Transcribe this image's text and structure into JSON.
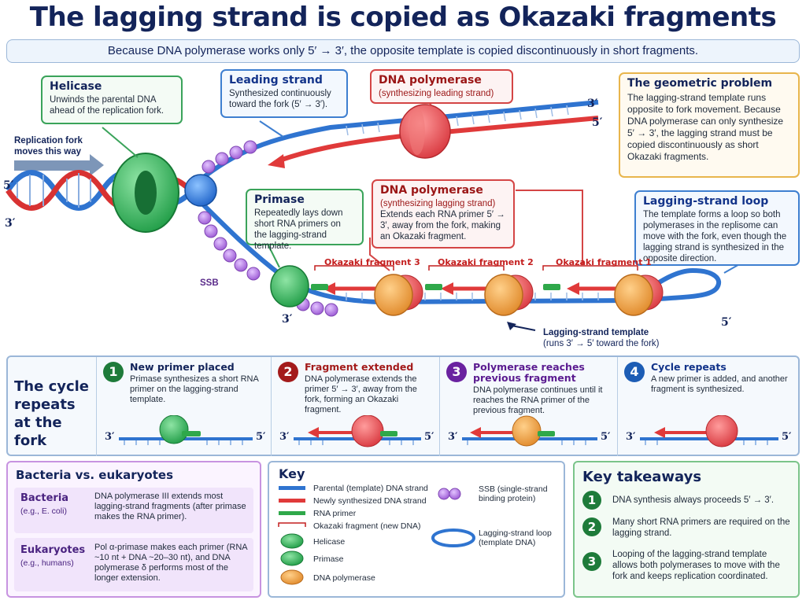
{
  "title": "The lagging strand is copied as Okazaki fragments",
  "subtitle": "Because DNA polymerase works only 5′ → 3′, the opposite template is copied discontinuously in short fragments.",
  "main": {
    "fork_direction": "Replication fork moves this way",
    "ssb_label": "SSB",
    "ends": {
      "left_top": "5′",
      "left_bottom": "3′",
      "right_top": "3′",
      "right_mid": "5′",
      "lag_3": "3′",
      "lag_5": "5′"
    },
    "helicase": {
      "title": "Helicase",
      "text": "Unwinds the parental DNA ahead of the replication fork."
    },
    "leading": {
      "title": "Leading strand",
      "text": "Synthesized continuously toward the fork (5′ → 3′)."
    },
    "pol_leading": {
      "title": "DNA polymerase",
      "sub": "(synthesizing leading strand)"
    },
    "geometric": {
      "title": "The geometric problem",
      "text": "The lagging-strand template runs opposite to fork movement. Because DNA polymerase can only synthesize 5′ → 3′, the lagging strand must be copied discontinuously as short Okazaki fragments."
    },
    "primase": {
      "title": "Primase",
      "text": "Repeatedly lays down short RNA primers on the lagging-strand template."
    },
    "pol_lagging": {
      "title": "DNA polymerase",
      "sub": "(synthesizing lagging strand)",
      "text": "Extends each RNA primer 5′ → 3′, away from the fork, making an Okazaki fragment."
    },
    "loop": {
      "title": "Lagging-strand loop",
      "text": "The template forms a loop so both polymerases in the replisome can move with the fork, even though the lagging strand is synthesized in the opposite direction."
    },
    "fragments": [
      "Okazaki fragment 3",
      "Okazaki fragment 2",
      "Okazaki fragment 1"
    ],
    "template_label": "Lagging-strand template",
    "template_sub": "(runs 3′ → 5′ toward the fork)"
  },
  "cycle": {
    "title": "The cycle repeats at the fork",
    "steps": [
      {
        "num": "1",
        "title": "New primer placed",
        "text": "Primase synthesizes a short RNA primer on the lagging-strand template.",
        "color": "#1e7b3a"
      },
      {
        "num": "2",
        "title": "Fragment extended",
        "text": "DNA polymerase extends the primer 5′ → 3′, away from the fork, forming an Okazaki fragment.",
        "color": "#a31b1b"
      },
      {
        "num": "3",
        "title": "Polymerase reaches previous fragment",
        "text": "DNA polymerase continues until it reaches the RNA primer of the previous fragment.",
        "color": "#6a22a0"
      },
      {
        "num": "4",
        "title": "Cycle repeats",
        "text": "A new primer is added, and another fragment is synthesized.",
        "color": "#1d5db5"
      }
    ],
    "end3": "3′",
    "end5": "5′"
  },
  "bacteria": {
    "title": "Bacteria vs. eukaryotes",
    "rows": [
      {
        "name": "Bacteria",
        "example": "(e.g., E. coli)",
        "text": "DNA polymerase III extends most lagging-strand fragments (after primase makes the RNA primer)."
      },
      {
        "name": "Eukaryotes",
        "example": "(e.g., humans)",
        "text": "Pol α-primase makes each primer (RNA ~10 nt + DNA ~20–30 nt), and DNA polymerase δ performs most of the longer extension."
      }
    ]
  },
  "key": {
    "title": "Key",
    "items": [
      "Parental (template) DNA strand",
      "Newly synthesized DNA strand",
      "RNA primer",
      "Okazaki fragment (new DNA)",
      "Helicase",
      "Primase",
      "DNA polymerase",
      "SSB (single-strand binding protein)",
      "Lagging-strand loop (template DNA)"
    ]
  },
  "takeaways": {
    "title": "Key takeaways",
    "items": [
      {
        "num": "1",
        "text": "DNA synthesis always proceeds 5′ → 3′."
      },
      {
        "num": "2",
        "text": "Many short RNA primers are required on the lagging strand."
      },
      {
        "num": "3",
        "text": "Looping of the lagging-strand template allows both polymerases to move with the fork and keeps replication coordinated."
      }
    ]
  },
  "colors": {
    "template": "#2f74d0",
    "new_strand": "#e03a3a",
    "primer": "#2fa84a",
    "helicase": "#3cb95b",
    "polymerase": "#f2a640",
    "ssb": "#a66ad8"
  }
}
